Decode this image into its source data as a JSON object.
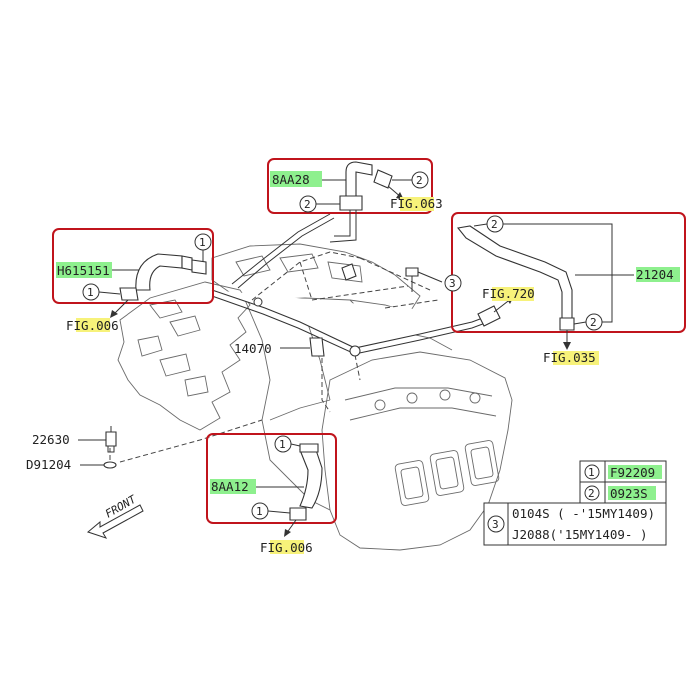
{
  "colors": {
    "highlight_green": "#8ef08e",
    "highlight_yellow": "#f7f27a",
    "box_red": "#c0141c",
    "line": "#333333"
  },
  "callouts": {
    "hose_top": "8AA28",
    "hose_left": "H615151",
    "pipe_right": "21204",
    "pipe_center": "14070",
    "hose_bottom": "8AA12",
    "sensor": "22630",
    "washer": "D91204"
  },
  "fig_refs": {
    "top": {
      "prefix": "F",
      "highlighted": "IG.06",
      "suffix": "3"
    },
    "left": {
      "prefix": "F",
      "highlighted": "IG.00",
      "suffix": "6"
    },
    "right_upper": {
      "prefix": "F",
      "highlighted": "IG.72",
      "suffix": "0"
    },
    "right_lower": {
      "prefix": "F",
      "highlighted": "IG.035",
      "suffix": ""
    },
    "bottom": {
      "prefix": "F",
      "highlighted": "IG.00",
      "suffix": "6"
    }
  },
  "ref_marks": {
    "one": "1",
    "two": "2",
    "three": "3"
  },
  "front_label": "FRONT",
  "legend": {
    "rows": [
      {
        "mark": "1",
        "part": "F92209"
      },
      {
        "mark": "2",
        "part": "0923S"
      }
    ],
    "row3": {
      "mark": "3",
      "a_part": "0104S",
      "a_note": "( -'15MY1409)",
      "b_part": "J2088",
      "b_note": "('15MY1409- )"
    }
  }
}
